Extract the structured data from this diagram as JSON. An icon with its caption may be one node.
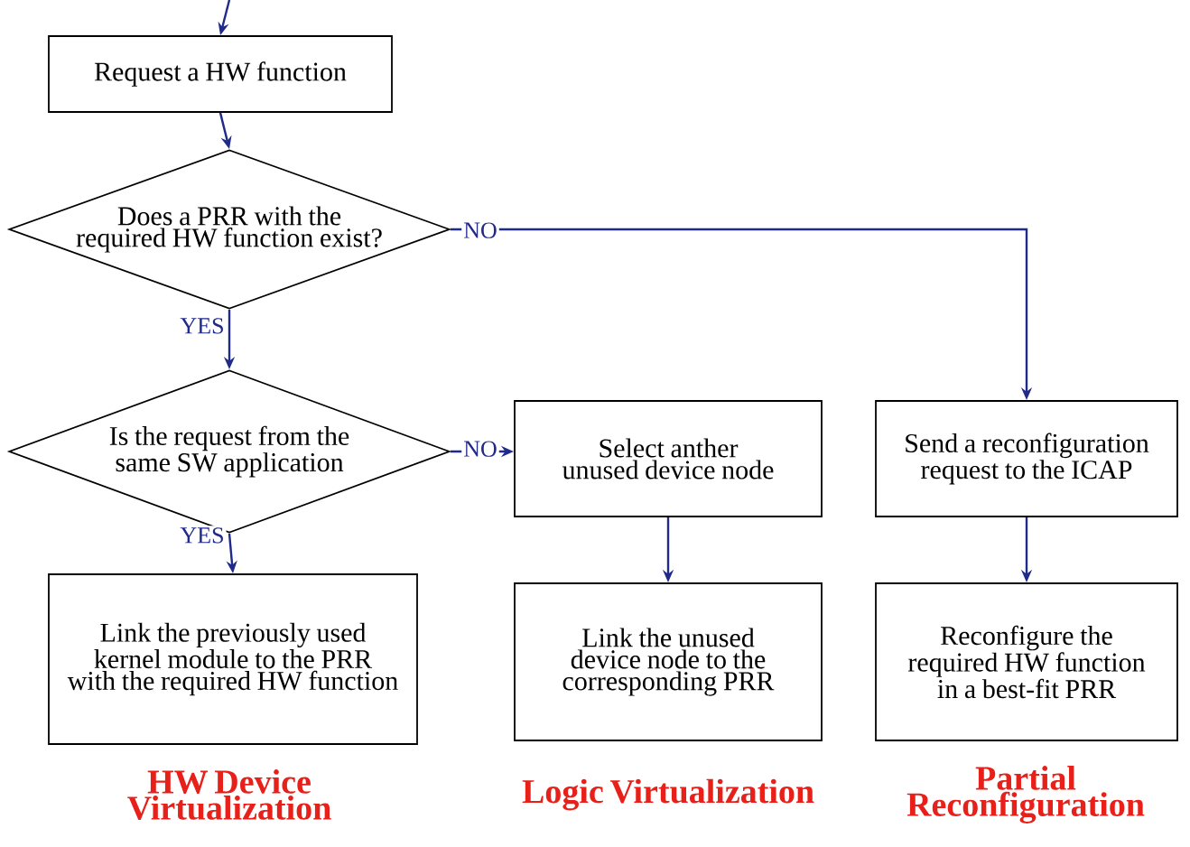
{
  "diagram": {
    "nodes": [
      {
        "text": [
          "Request a HW function"
        ]
      },
      {
        "text": [
          "Does a PRR with the required HW function exist?"
        ]
      },
      {
        "text": [
          "Is the request from the same SW application"
        ]
      },
      {
        "text": [
          "Link the previously used kernel module to the PRR with the required HW function"
        ]
      },
      {
        "text": [
          "Select anther unused device node"
        ]
      },
      {
        "text": [
          "Link the unused device node to the corresponding PRR"
        ]
      },
      {
        "text": [
          "Send a reconfiguration request to the ICAP"
        ]
      },
      {
        "text": [
          "Reconfigure the required HW function in a best-fit PRR"
        ]
      }
    ],
    "edges": [
      {
        "from": null,
        "to": 0,
        "arrow": "to"
      },
      {
        "from": 0,
        "to": 1,
        "arrow": "to"
      },
      {
        "from": 1,
        "to": 2,
        "arrow": "to",
        "label": "YES"
      },
      {
        "from": 1,
        "to": 6,
        "arrow": "to",
        "label": "NO"
      },
      {
        "from": 2,
        "to": 3,
        "arrow": "to",
        "label": "YES"
      },
      {
        "from": 2,
        "to": 4,
        "arrow": "to",
        "label": "NO"
      },
      {
        "from": 4,
        "to": 5,
        "arrow": "to"
      },
      {
        "from": 6,
        "to": 7,
        "arrow": "to"
      }
    ],
    "labels": [
      "HW Device Virtualization",
      "Logic Virtualization",
      "Partial Reconfiguration"
    ]
  }
}
